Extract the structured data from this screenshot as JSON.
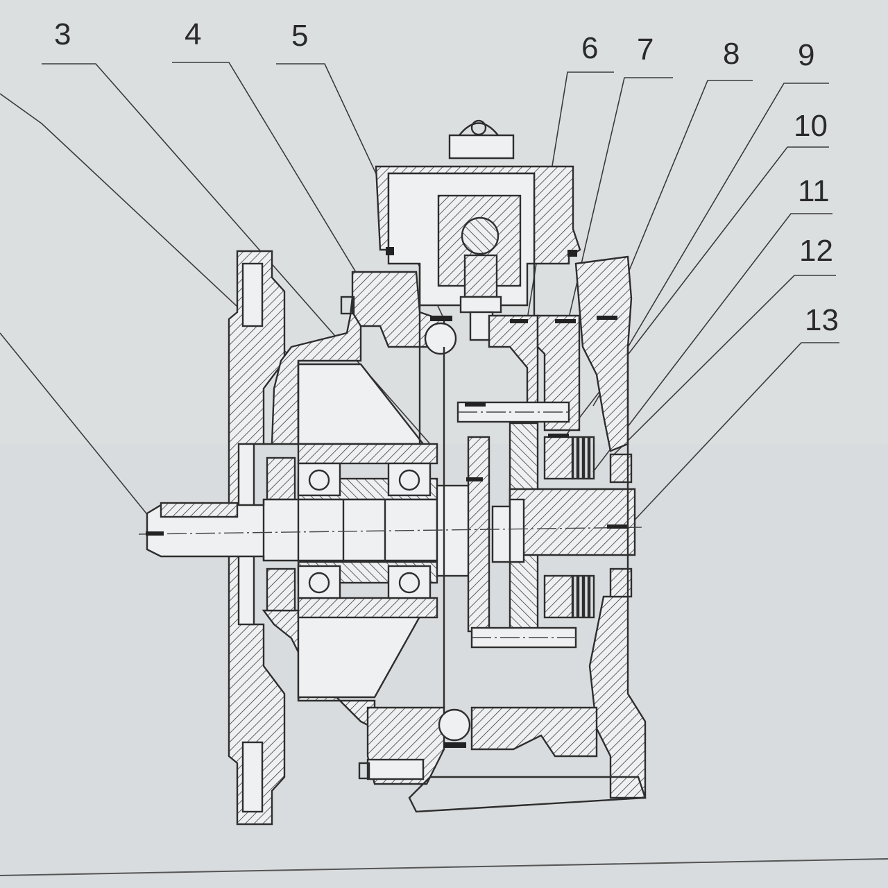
{
  "diagram": {
    "callouts": [
      {
        "id": "3",
        "label": "3"
      },
      {
        "id": "4",
        "label": "4"
      },
      {
        "id": "5",
        "label": "5"
      },
      {
        "id": "6",
        "label": "6"
      },
      {
        "id": "7",
        "label": "7"
      },
      {
        "id": "8",
        "label": "8"
      },
      {
        "id": "9",
        "label": "9"
      },
      {
        "id": "10",
        "label": "10"
      },
      {
        "id": "11",
        "label": "11"
      },
      {
        "id": "12",
        "label": "12"
      },
      {
        "id": "13",
        "label": "13"
      }
    ],
    "colors": {
      "paper": "#d9dcde",
      "ink": "#2e2e2e",
      "part_fill": "#eef0f1"
    }
  }
}
